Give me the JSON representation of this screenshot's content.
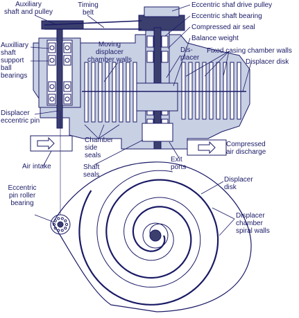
{
  "colors": {
    "line": "#1a1a66",
    "fill": "#c8d0e4",
    "dark": "#3a3f6e",
    "text": "#1a1a66",
    "background": "#ffffff"
  },
  "labels": {
    "auxiliary_shaft_pulley": "Auxiliary\nshaft and pulley",
    "timing_belt": "Timing\nbelt",
    "eccentric_drive_pulley": "Eccentric shaf drive pulley",
    "eccentric_shaft_bearing": "Eccentric shaft bearing",
    "compressed_air_seal": "Compressed air seal",
    "balance_weight": "Balance weight",
    "auxiliary_support_bearings": "Auxilliary\nshaft\nsupport\nball\nbearings",
    "moving_displacer_walls": "Moving\ndisplacer\nchamber walls",
    "displacer_short": "Dis-\nplacer",
    "fixed_casing_walls": "Fixed casing chamber walls",
    "displacer_disk_top": "Displacer disk",
    "displacer_eccentric_pin": "Displacer\neccentric pin",
    "chamber_side_seals": "Chamber\nside\nseals",
    "compressed_air_discharge": "Compressed\nair discharge",
    "air_intake": "Air intake",
    "shaft_seals": "Shaft\nseals",
    "exit_ports": "Exit\nports",
    "displacer_disk_bottom": "Displacer\ndisk",
    "eccentric_pin_roller_bearing": "Eccentric\npin roller\nbearing",
    "displacer_chamber_spiral_walls": "Displacer\nchamber\nspiral walls"
  }
}
